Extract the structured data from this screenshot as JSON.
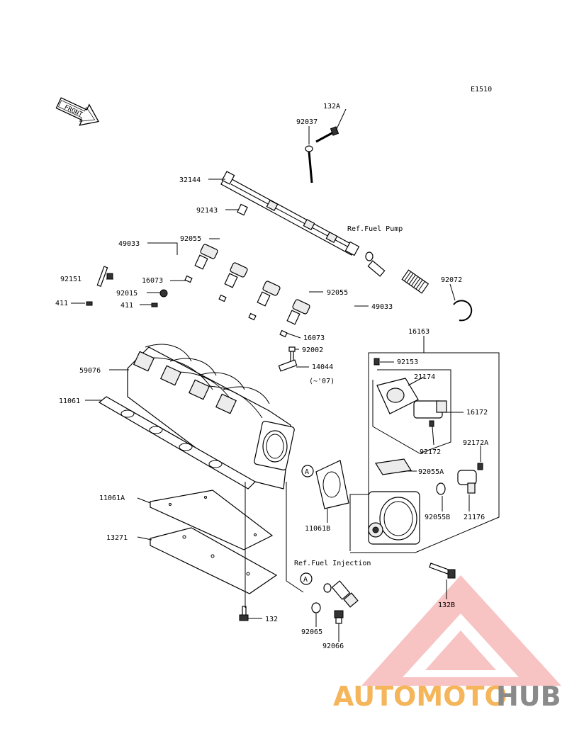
{
  "diagram_code": "E1510",
  "front_label": "FRONT",
  "parts": {
    "p132A": "132A",
    "p92037": "92037",
    "p32144": "32144",
    "p92143": "92143",
    "p92055_left": "92055",
    "p49033_left": "49033",
    "p92151": "92151",
    "p16073_top": "16073",
    "p92015": "92015",
    "p411_a": "411",
    "p411_b": "411",
    "p92055_right": "92055",
    "p49033_right": "49033",
    "p92072": "92072",
    "p16073_mid": "16073",
    "p16163": "16163",
    "p92002": "92002",
    "p92153": "92153",
    "p14044": "14044",
    "p14044_note": "(~'07)",
    "p21174": "21174",
    "p59076": "59076",
    "p16172": "16172",
    "p11061": "11061",
    "p92172": "92172",
    "p92172A": "92172A",
    "p92055A": "92055A",
    "p11061A": "11061A",
    "p92055B": "92055B",
    "p21176": "21176",
    "p11061B": "11061B",
    "p13271": "13271",
    "p132B": "132B",
    "p132": "132",
    "p92065": "92065",
    "p92066": "92066"
  },
  "refs": {
    "fuel_pump": "Ref.Fuel Pump",
    "fuel_injection": "Ref.Fuel Injection",
    "callout_a1": "A",
    "callout_a2": "A"
  },
  "watermark": {
    "part1": "AUTOMOTO",
    "part2": "HUB",
    "color_accent": "#f29b9b",
    "color_orange": "#f5b55a",
    "color_gray": "#8a8a8a"
  }
}
